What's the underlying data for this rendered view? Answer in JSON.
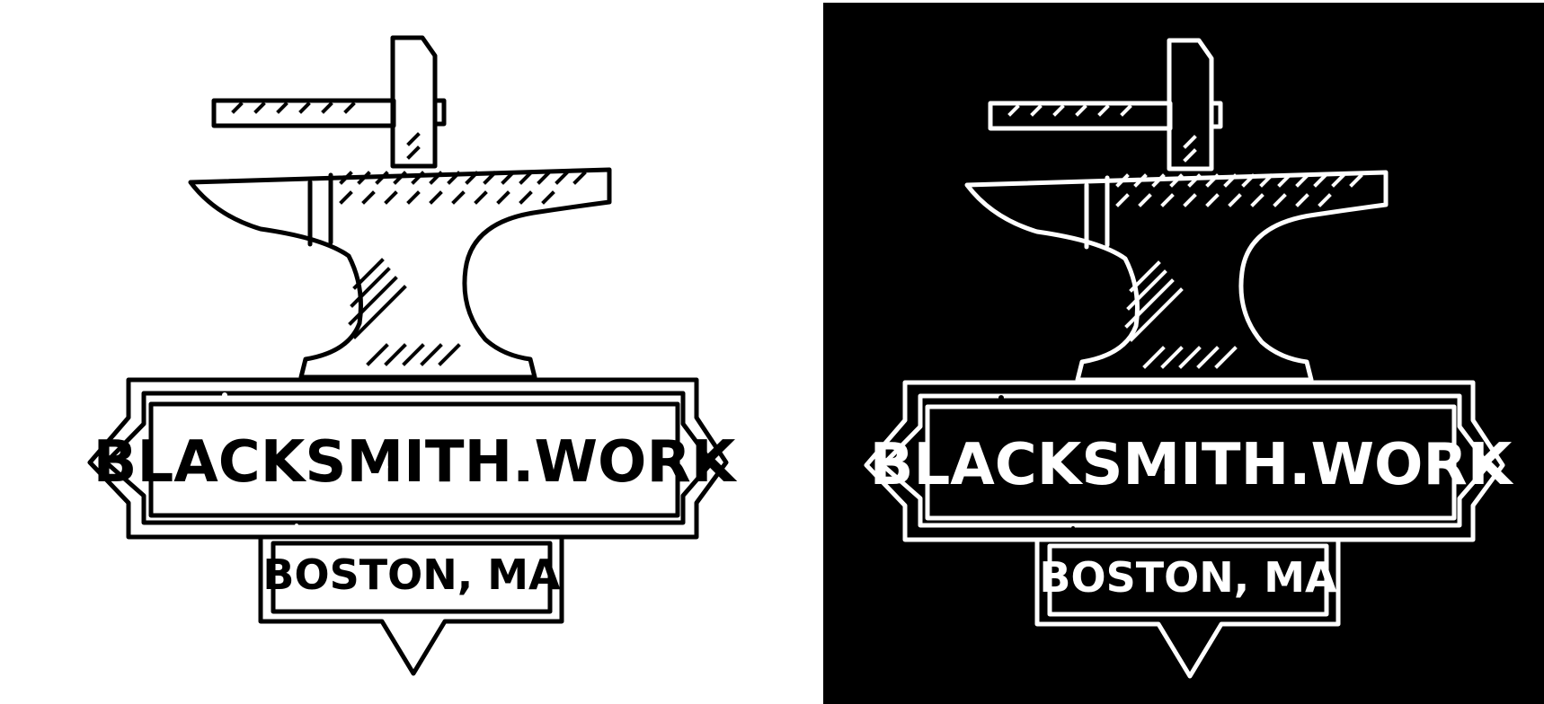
{
  "logo": {
    "name": "BLACKSMITH.WORK",
    "location": "BOSTON, MA"
  },
  "variants": [
    {
      "theme": "light",
      "background": "#ffffff",
      "ink": "#000000"
    },
    {
      "theme": "dark",
      "background": "#000000",
      "ink": "#ffffff"
    }
  ],
  "icon": "anvil-and-hammer-icon"
}
